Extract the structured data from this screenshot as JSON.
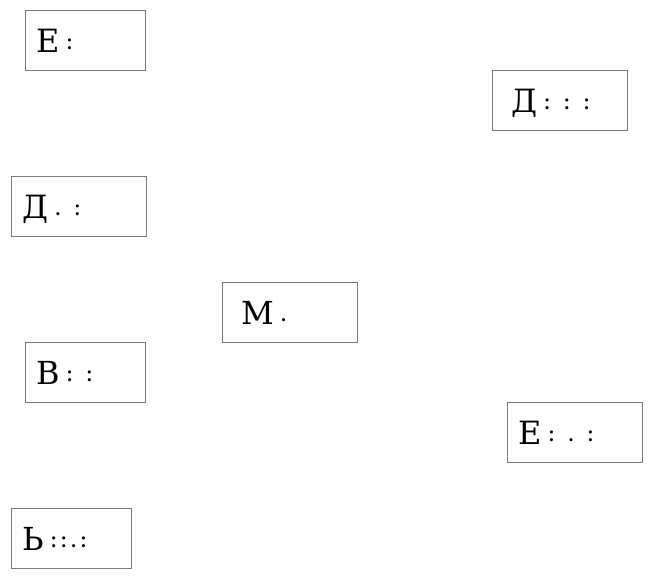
{
  "cards": [
    {
      "letter": "Е",
      "marks": ":"
    },
    {
      "letter": "Д",
      "marks": ": : :"
    },
    {
      "letter": "Д",
      "marks": ". :"
    },
    {
      "letter": "М",
      "marks": "."
    },
    {
      "letter": "В",
      "marks": ": :"
    },
    {
      "letter": "Е",
      "marks": ": . :"
    },
    {
      "letter": "Ь",
      "marks": "::.:"
    }
  ]
}
